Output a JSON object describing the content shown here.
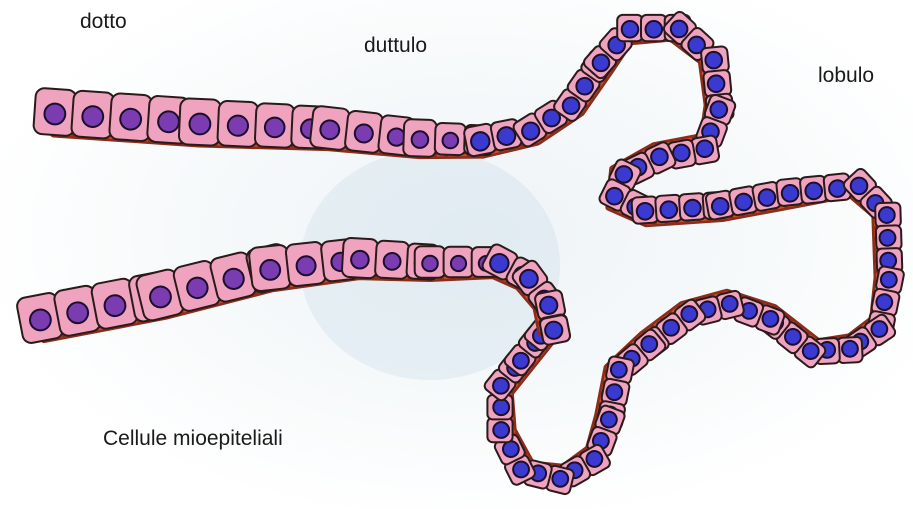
{
  "labels": {
    "dotto": "dotto",
    "duttulo": "duttulo",
    "lobulo": "lobulo",
    "cellule_mioepiteliali": "Cellule mioepiteliali"
  },
  "colors": {
    "duct_cell_fill": "#efa3bf",
    "cell_outline": "#2a1a1a",
    "nucleus_duct": "#7a3cb0",
    "nucleus_lobule": "#3a3ad0",
    "myoepithelial": "#8a2e1c",
    "myoepithelial_highlight": "#d24a2a",
    "text": "#1a1a1a"
  }
}
